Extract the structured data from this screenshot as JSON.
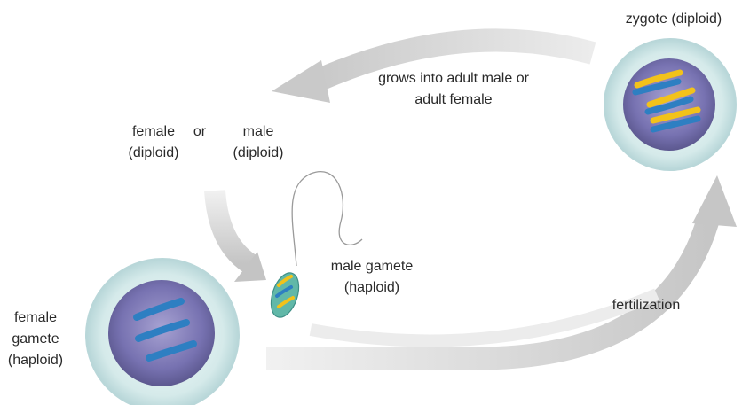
{
  "labels": {
    "zygote": "zygote (diploid)",
    "grows_line1": "grows into adult male or",
    "grows_line2": "adult female",
    "female_line1": "female",
    "female_line2": "(diploid)",
    "or": "or",
    "male_line1": "male",
    "male_line2": "(diploid)",
    "male_gamete_line1": "male gamete",
    "male_gamete_line2": "(haploid)",
    "fertilization": "fertilization",
    "female_gamete_line1": "female",
    "female_gamete_line2": "gamete",
    "female_gamete_line3": "(haploid)"
  },
  "colors": {
    "arrow": "#cfcfcf",
    "cell_outer": "#d9ecec",
    "nucleus": "#6e6aa8",
    "chromosome_blue": "#2e7fc2",
    "chromosome_yellow": "#f2c21a"
  }
}
